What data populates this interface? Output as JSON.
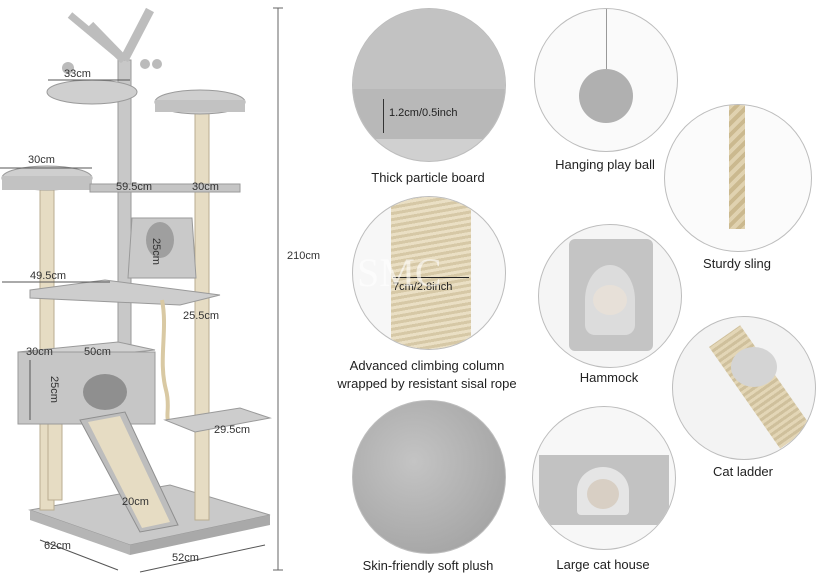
{
  "tree": {
    "height_label": "210cm",
    "dims": {
      "top_bowl": "33cm",
      "left_platform": "30cm",
      "bridge_left": "59.5cm",
      "bridge_right": "30cm",
      "hammock_height": "25cm",
      "mid_platform": "49.5cm",
      "mid_platform_depth": "25.5cm",
      "house_depth": "30cm",
      "house_width": "50cm",
      "house_height": "25cm",
      "step_platform": "29.5cm",
      "ladder_width": "20cm",
      "base_depth": "62cm",
      "base_width": "52cm"
    }
  },
  "features": [
    {
      "caption": "Thick particle board",
      "note": "1.2cm/0.5inch"
    },
    {
      "caption": "Hanging play ball"
    },
    {
      "caption": "Sturdy sling"
    },
    {
      "caption_line1": "Advanced climbing column",
      "caption_line2": "wrapped by resistant sisal rope",
      "note": "7cm/2.8inch"
    },
    {
      "caption": "Hammock"
    },
    {
      "caption": "Cat ladder"
    },
    {
      "caption": "Skin-friendly soft plush"
    },
    {
      "caption": "Large cat house"
    }
  ],
  "watermark": "SMC",
  "colors": {
    "plush": "#c8c8c8",
    "plush_dark": "#a9a9a9",
    "sisal": "#e8dcc0",
    "rope": "#d9c9a3"
  }
}
